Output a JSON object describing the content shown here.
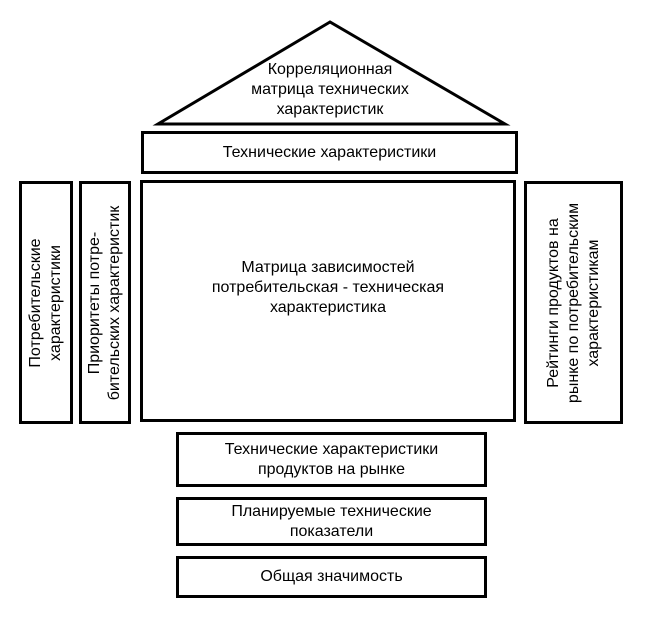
{
  "roof": {
    "lines": [
      "Корреляционная",
      "матрица технических",
      "характеристик"
    ]
  },
  "technical_characteristics": {
    "label": "Технические характеристики"
  },
  "left_boxes": [
    {
      "lines": [
        "Потребительские",
        "характеристики"
      ]
    },
    {
      "lines": [
        "Приоритеты потре-",
        "бительских характеристик"
      ]
    }
  ],
  "main_matrix": {
    "lines": [
      "Матрица зависимостей",
      "потребительская - техническая",
      "характеристика"
    ]
  },
  "right_box": {
    "lines": [
      "Рейтинги продуктов на",
      "рынке по потребительским",
      "характеристикам"
    ]
  },
  "bottom_boxes": [
    {
      "lines": [
        "Технические характеристики",
        "продуктов на рынке"
      ]
    },
    {
      "lines": [
        "Планируемые технические",
        "показатели"
      ]
    },
    {
      "lines": [
        "Общая значимость"
      ]
    }
  ],
  "colors": {
    "stroke": "#000000",
    "background": "#ffffff"
  }
}
